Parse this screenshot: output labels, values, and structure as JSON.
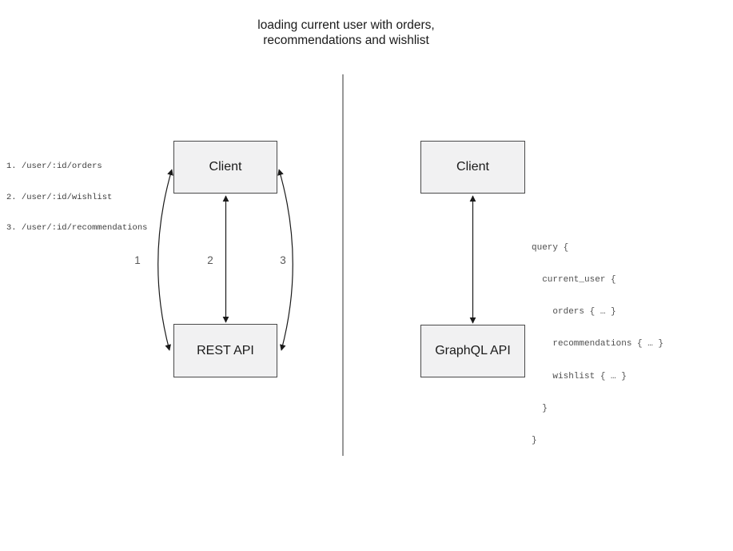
{
  "title": {
    "line1": "loading current user with orders,",
    "line2": "recommendations and wishlist"
  },
  "left_panel": {
    "endpoints": [
      "1. /user/:id/orders",
      "2. /user/:id/wishlist",
      "3. /user/:id/recommendations"
    ],
    "client_label": "Client",
    "api_label": "REST API",
    "arrow_labels": [
      "1",
      "2",
      "3"
    ]
  },
  "right_panel": {
    "client_label": "Client",
    "api_label": "GraphQL API",
    "query_lines": [
      "query {",
      "  current_user {",
      "    orders { … }",
      "    recommendations { … }",
      "    wishlist { … }",
      "  }",
      "}"
    ]
  },
  "colors": {
    "box_fill": "#f1f1f2",
    "box_border": "#4a4a4a",
    "arrow": "#1a1a1a",
    "muted_text": "#595959",
    "divider": "#6b6b6b"
  }
}
